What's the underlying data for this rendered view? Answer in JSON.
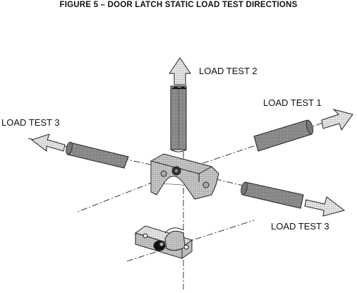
{
  "figure": {
    "title": "FIGURE 5 – DOOR LATCH STATIC LOAD TEST DIRECTIONS"
  },
  "labels": {
    "load_test_2": "LOAD TEST 2",
    "load_test_1": "LOAD TEST 1",
    "load_test_3_left": "LOAD TEST 3",
    "load_test_3_right": "LOAD TEST 3"
  }
}
